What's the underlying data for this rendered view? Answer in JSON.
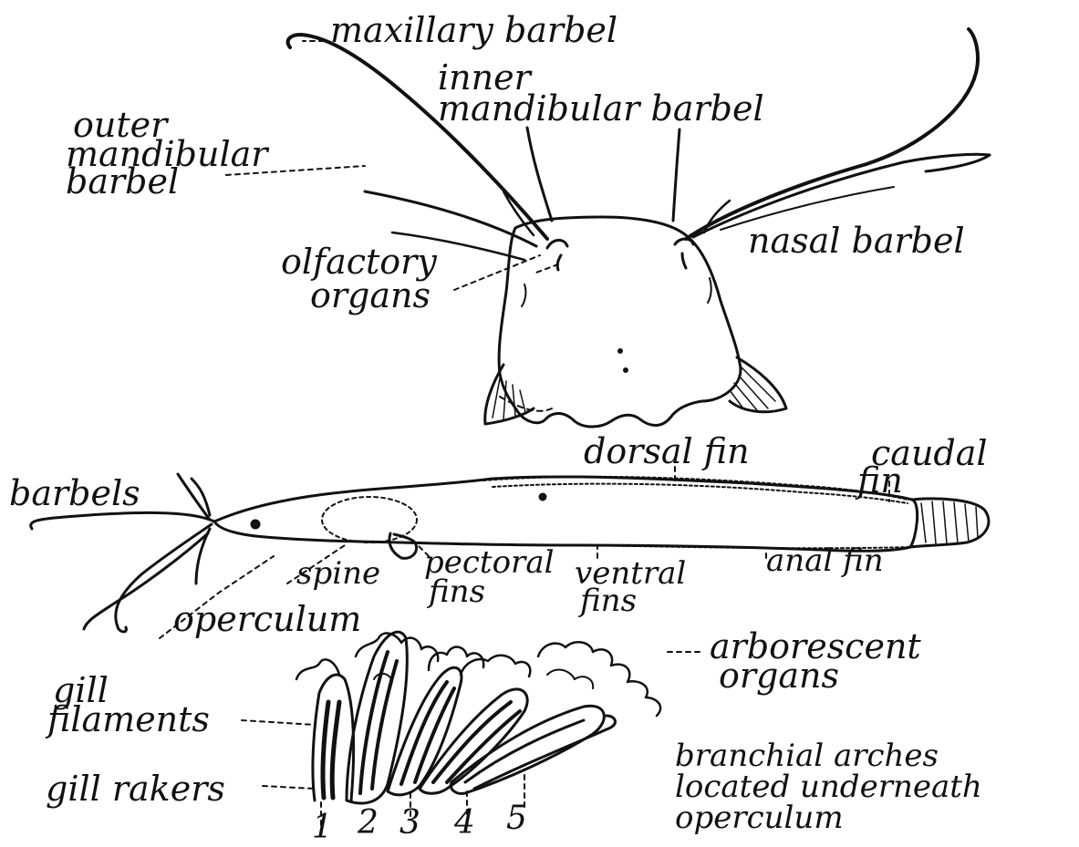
{
  "labels": {
    "maxillary_barbel": "maxillary barbel",
    "inner_mandibular_1": "inner",
    "inner_mandibular_2": "mandibular barbel",
    "outer_mandibular_1": "outer",
    "outer_mandibular_2": "mandibular",
    "outer_mandibular_3": "barbel",
    "nasal_barbel": "nasal barbel",
    "olfactory_1": "olfactory",
    "olfactory_2": "organs",
    "dorsal_fin": "dorsal fin",
    "caudal_fin_1": "caudal",
    "caudal_fin_2": "fin",
    "barbels": "barbels",
    "spine": "spine",
    "pectoral_1": "pectoral",
    "pectoral_2": "fins",
    "ventral_1": "ventral",
    "ventral_2": "fins",
    "anal_fin": "anal fin",
    "operculum": "operculum",
    "arborescent_1": "arborescent",
    "arborescent_2": "organs",
    "gill_filaments_1": "gill",
    "gill_filaments_2": "filaments",
    "gill_rakers": "gill rakers",
    "branchial_1": "branchial arches",
    "branchial_2": "located underneath",
    "branchial_3": "operculum"
  },
  "arch_numbers": [
    "1",
    "2",
    "3",
    "4",
    "5"
  ]
}
